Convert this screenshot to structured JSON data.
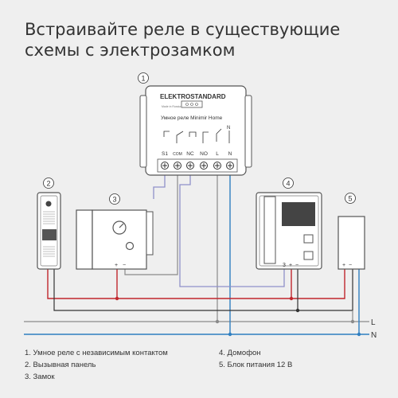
{
  "heading": {
    "line1": "Встраивайте реле в существующие",
    "line2": "схемы с электрозамком"
  },
  "device_numbers": [
    "1",
    "2",
    "3",
    "4",
    "5"
  ],
  "relay": {
    "brand": "ELEKTROSTANDARD",
    "small_text": "Made in Russia",
    "product": "Умное реле Minimir Home",
    "terminals": [
      "S1",
      "COM",
      "NC",
      "NO",
      "L",
      "N"
    ],
    "n_label": "N"
  },
  "lock_terminals": {
    "plus": "+",
    "minus": "−"
  },
  "intercom_terminals": {
    "three": "3",
    "plus": "+",
    "minus": "−"
  },
  "psu_terminals": {
    "plus": "+",
    "minus": "−"
  },
  "bus_labels": {
    "L": "L",
    "N": "N"
  },
  "colors": {
    "red": "#c1272d",
    "blue": "#2f7fc1",
    "lilac": "#8f90c9",
    "gray": "#8a8a8a",
    "dark": "#333333"
  },
  "legend": {
    "left": [
      "1. Умное реле с независимым контактом",
      "2. Вызывная панель",
      "3. Замок"
    ],
    "right": [
      "4. Домофон",
      "5. Блок питания 12 В"
    ]
  }
}
